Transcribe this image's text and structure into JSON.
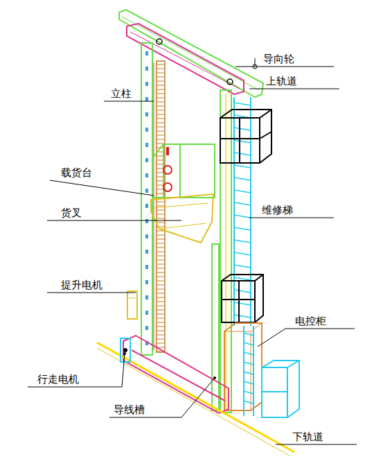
{
  "diagram": {
    "labels": [
      "导向轮",
      "上轨道",
      "立柱",
      "载货台",
      "货叉",
      "维修梯",
      "提升电机",
      "电控柜",
      "行走电机",
      "导线槽",
      "下轨道"
    ]
  }
}
